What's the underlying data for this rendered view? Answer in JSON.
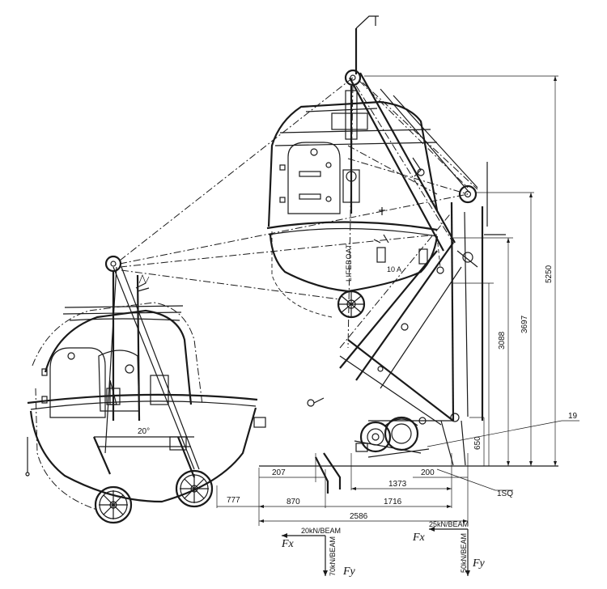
{
  "dimensions": {
    "d207": "207",
    "d200": "200",
    "d1373": "1373",
    "d870": "870",
    "d1716": "1716",
    "d777": "777",
    "d2586": "2586",
    "d5250": "5250",
    "d3697": "3697",
    "d3088": "3088",
    "d650": "650"
  },
  "callouts": {
    "c19": "19",
    "c1sq": "1SQ",
    "c20deg": "20°",
    "c10a": "10 A"
  },
  "loads": {
    "left_fx_label": "Fx",
    "left_fx_value": "20kN/BEAM",
    "left_fy_label": "Fy",
    "left_fy_value": "70kN/BEAM",
    "right_fx_label": "Fx",
    "right_fx_value": "25kN/BEAM",
    "right_fy_label": "Fy",
    "right_fy_value": "50kN/BEAM"
  },
  "hull_marking": "LIFEBOAT"
}
